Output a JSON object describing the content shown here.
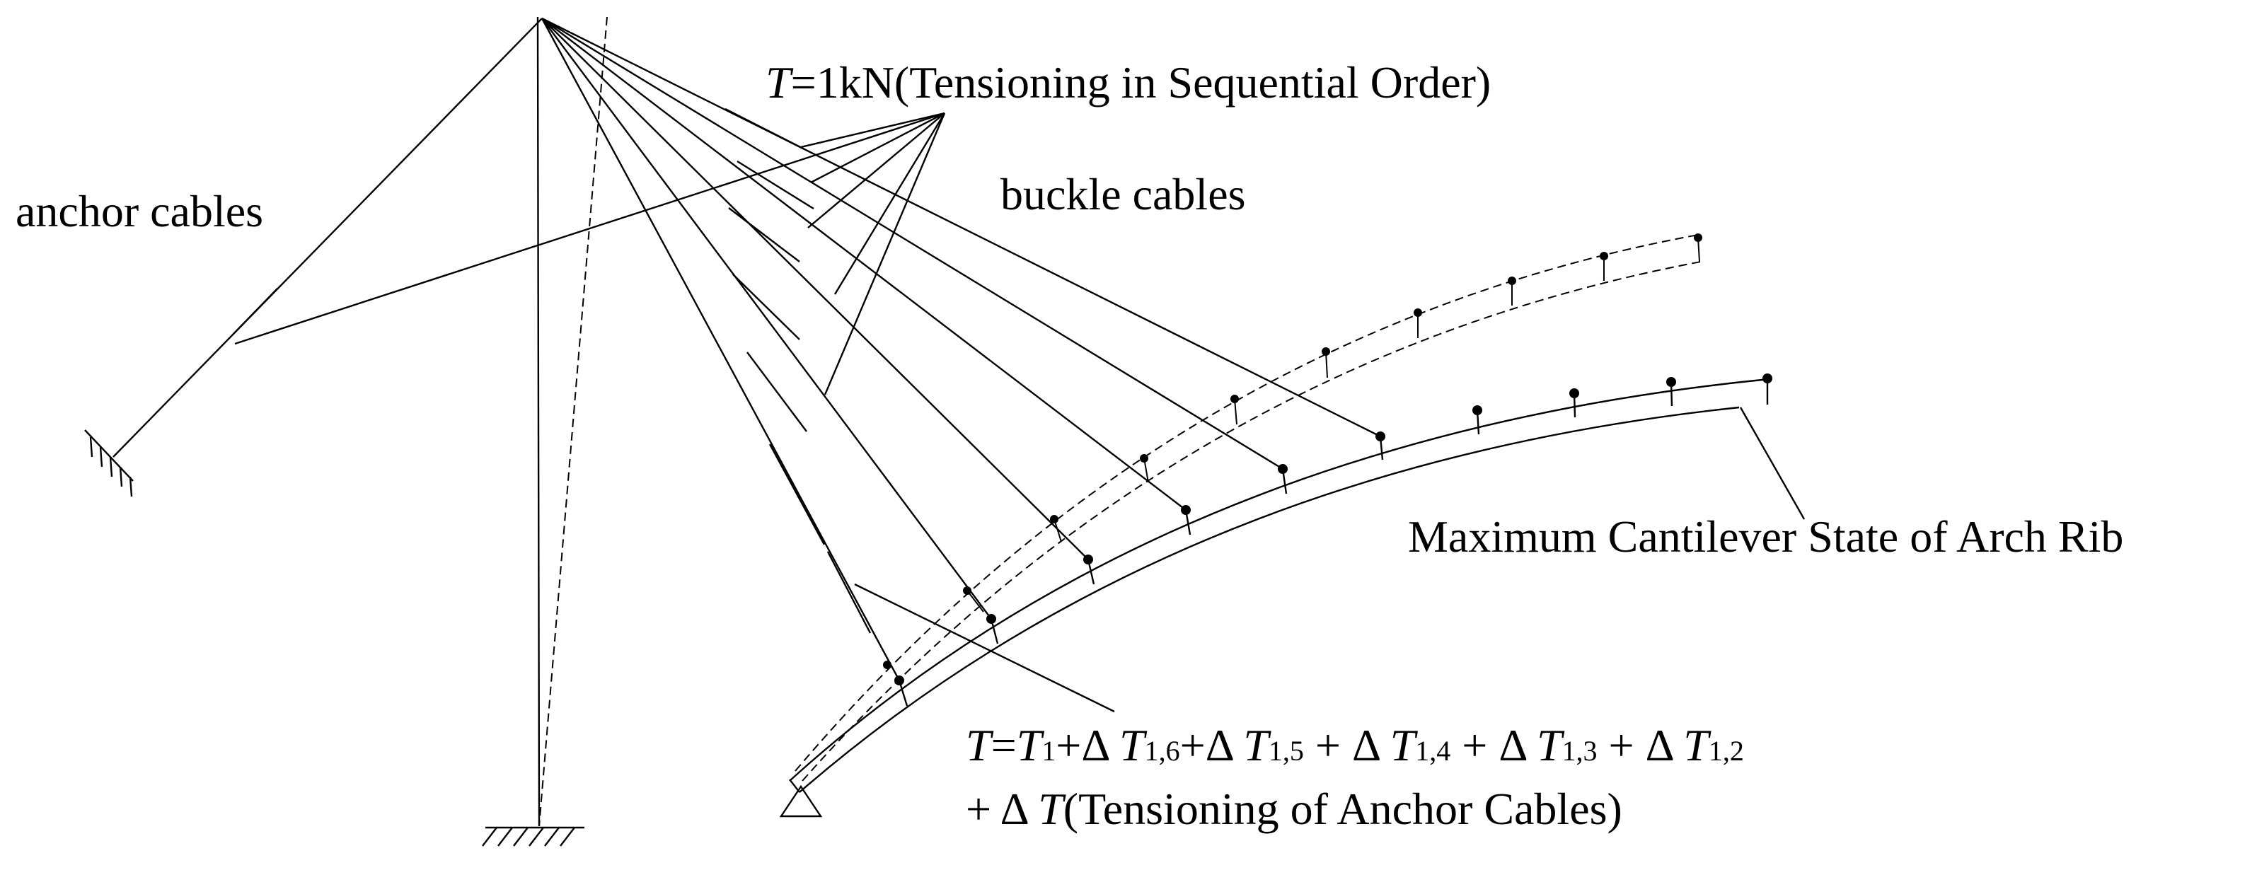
{
  "labels": {
    "tension_top": {
      "sym": "T",
      "rest": "=1kN(Tensioning in Sequential Order)"
    },
    "anchor_cables": "anchor cables",
    "buckle_cables": "buckle cables",
    "cantilever_state": "Maximum Cantilever State of Arch Rib",
    "formula_line1": {
      "parts": [
        {
          "t": "T",
          "style": "it"
        },
        {
          "t": "=",
          "style": "n"
        },
        {
          "t": "T",
          "style": "it"
        },
        {
          "t": "1",
          "style": "sub"
        },
        {
          "t": "+Δ ",
          "style": "n"
        },
        {
          "t": "T",
          "style": "it"
        },
        {
          "t": "1,6",
          "style": "sub"
        },
        {
          "t": "+Δ ",
          "style": "n"
        },
        {
          "t": "T",
          "style": "it"
        },
        {
          "t": "1,5",
          "style": "sub"
        },
        {
          "t": " + Δ ",
          "style": "n"
        },
        {
          "t": "T",
          "style": "it"
        },
        {
          "t": "1,4",
          "style": "sub"
        },
        {
          "t": " + Δ ",
          "style": "n"
        },
        {
          "t": "T",
          "style": "it"
        },
        {
          "t": "1,3",
          "style": "sub"
        },
        {
          "t": " + Δ ",
          "style": "n"
        },
        {
          "t": "T",
          "style": "it"
        },
        {
          "t": "1,2",
          "style": "sub"
        }
      ]
    },
    "formula_line2": {
      "parts": [
        {
          "t": "+ Δ ",
          "style": "n"
        },
        {
          "t": "T",
          "style": "it"
        },
        {
          "t": "(Tensioning of Anchor Cables)",
          "style": "n"
        }
      ]
    }
  }
}
